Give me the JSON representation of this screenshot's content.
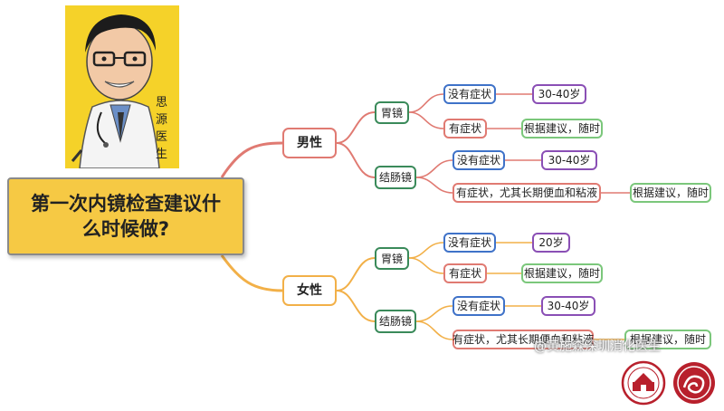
{
  "root": {
    "title": "第一次内镜检查建议什么时候做?"
  },
  "avatar": {
    "signature": "思源医生"
  },
  "branches": [
    {
      "label": "男性",
      "children": [
        {
          "label": "胃镜",
          "children": [
            {
              "label": "没有症状",
              "result": "30-40岁"
            },
            {
              "label": "有症状",
              "result": "根据建议，随时"
            }
          ]
        },
        {
          "label": "结肠镜",
          "children": [
            {
              "label": "没有症状",
              "result": "30-40岁"
            },
            {
              "label": "有症状，尤其长期便血和粘液",
              "result": "根据建议，随时"
            }
          ]
        }
      ]
    },
    {
      "label": "女性",
      "children": [
        {
          "label": "胃镜",
          "children": [
            {
              "label": "没有症状",
              "result": "20岁"
            },
            {
              "label": "有症状",
              "result": "根据建议，随时"
            }
          ]
        },
        {
          "label": "结肠镜",
          "children": [
            {
              "label": "没有症状",
              "result": "30-40岁"
            },
            {
              "label": "有症状，尤其长期便血和粘液",
              "result": "根据建议，随时"
            }
          ]
        }
      ]
    }
  ],
  "watermark": "@黄施森深圳消化医生",
  "colors": {
    "root_fill": "#f6c944",
    "male_branch": "#e07a72",
    "female_branch": "#f2b048",
    "level2_border": "#3a8a5a",
    "asymptomatic_border": "#3f72c8",
    "result_border": "#8a4fb5",
    "advice_border": "#7bc77b",
    "seal": "#b8202c"
  }
}
